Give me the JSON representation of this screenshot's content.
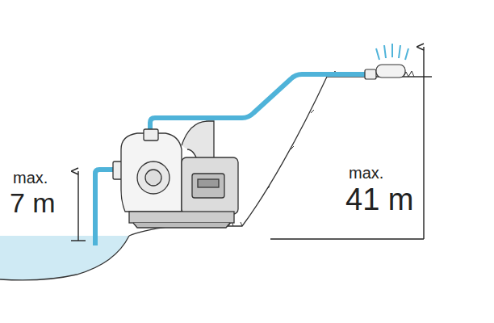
{
  "diagram": {
    "labels": [
      "max.",
      "7 m",
      "max.",
      "41 m"
    ]
  }
}
